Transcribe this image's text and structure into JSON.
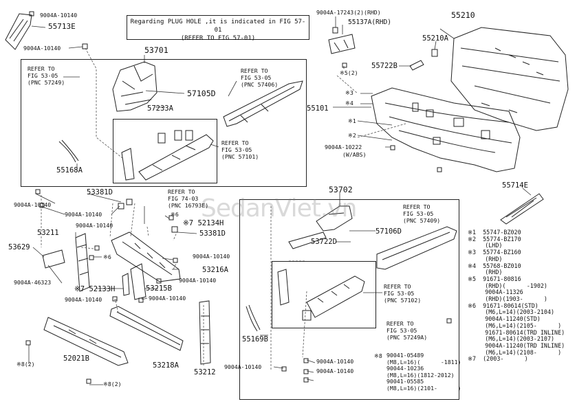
{
  "note": {
    "line1": "Regarding PLUG HOLE ,it is indicated in FIG 57-01",
    "line2": "(REFER TO FIG 57-01)"
  },
  "watermark": "SedanViet.vn",
  "labels": {
    "p55713E": "55713E",
    "b10140_top": "9004A-10140",
    "b10140_top2": "9004A-10140",
    "p53701": "53701",
    "ref_57249a": "REFER TO",
    "ref_57249b": "FIG 53-05",
    "ref_57249c": "(PNC 57249)",
    "p57105D": "57105D",
    "p57233A": "57233A",
    "ref_57406a": "REFER TO",
    "ref_57406b": "FIG 53-05",
    "ref_57406c": "(PNC 57406)",
    "ref_57101a": "REFER TO",
    "ref_57101b": "FIG 53-05",
    "ref_57101c": "(PNC 57101)",
    "p55168A": "55168A",
    "b17243": "9004A-17243(2)(RHD)",
    "p55137A": "55137A(RHD)",
    "m5_2": "※5(2)",
    "p55210": "55210",
    "p55210A": "55210A",
    "p55722B": "55722B",
    "p55101": "55101",
    "m3": "※3",
    "m4": "※4",
    "m1": "※1",
    "m2": "※2",
    "b10222": "9004A-10222",
    "b10222_note": "(W/ABS)",
    "p55714E": "55714E",
    "p53381D_a": "53381D",
    "b10140_l1": "9004A-10140",
    "b10140_l2": "9004A-10140",
    "ref_16793a": "REFER TO",
    "ref_16793b": "FIG 74-03",
    "ref_16793c": "(PNC 16793E)",
    "m6_a": "※6",
    "b10140_l3": "9004A-10140",
    "m7_52134H": "※7 52134H",
    "p53211": "53211",
    "p53381D_b": "53381D",
    "p53629": "53629",
    "m6_b": "※6",
    "b10140_l4": "9004A-10140",
    "p53216A": "53216A",
    "b46323": "9004A-46323",
    "m7_52133H": "※7 52133H",
    "p53215B": "53215B",
    "b10140_l5": "9004A-10140",
    "b10140_l6": "9004A-10140",
    "b10140_l7": "9004A-10140",
    "p53702": "53702",
    "ref_57409a": "REFER TO",
    "ref_57409b": "FIG 53-05",
    "ref_57409c": "(PNC 57409)",
    "p57106D": "57106D",
    "p53722D": "53722D",
    "ref_57102a": "REFER TO",
    "ref_57102b": "FIG 53-05",
    "ref_57102c": "(PNC 57102)",
    "ref_57249Aa": "REFER TO",
    "ref_57249Ab": "FIG 53-05",
    "ref_57249Ac": "(PNC 57249A)",
    "p55169B": "55169B",
    "m8_a": "※8(2)",
    "p52021B": "52021B",
    "m8_b": "※8(2)",
    "p53218A": "53218A",
    "p53212": "53212",
    "b10140_b1": "9004A-10140",
    "b10140_b2": "9004A-10140",
    "b10140_b3": "9004A-10140",
    "m8_c": "※8"
  },
  "legend": [
    "※1  55747-BZ020",
    "※2  55774-BZ170",
    "     (LHD)",
    "※3  55774-BZ160",
    "     (RHD)",
    "※4  55768-BZ010",
    "     (RHD)",
    "※5  91671-80816",
    "     (RHD)(      -1902)",
    "     9004A-11326",
    "     (RHD)(1903-      )",
    "※6  91671-80614(STD)",
    "     (M6,L=14)(2003-2104)",
    "     9004A-11240(STD)",
    "     (M6,L=14)(2105-      )",
    "     91671-80614(TRD INLINE)",
    "     (M6,L=14)(2003-2107)",
    "     9004A-11240(TRD INLINE)",
    "     (M6,L=14)(2108-      )",
    "※7  (2003-      )"
  ],
  "bolt_list": [
    "90041-05489",
    "(M8,L=16)(      -1811)",
    "90044-10236",
    "(M8,L=16)(1812-2012)",
    "90041-05585",
    "(M8,L=16)(2101-      )"
  ]
}
